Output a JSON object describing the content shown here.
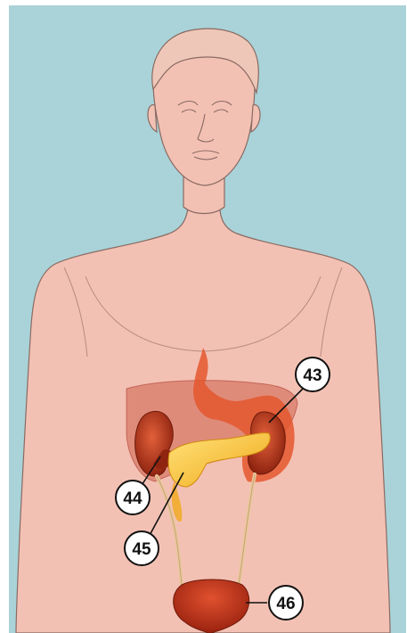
{
  "colors": {
    "background": "#a9d3d8",
    "skin": "#f3c1b4",
    "skin_outline": "#8a6a62",
    "kidney": "#b73a1d",
    "stomach": "#e4572e",
    "liver": "#c4402a",
    "pancreas": "#f6c12a",
    "ureter": "#e8c79a",
    "bladder": "#c2301b"
  },
  "icons": [
    "human-body",
    "kidney",
    "stomach",
    "pancreas",
    "bladder"
  ],
  "callouts": [
    {
      "id": "c43",
      "label": "43"
    },
    {
      "id": "c44",
      "label": "44"
    },
    {
      "id": "c45",
      "label": "45"
    },
    {
      "id": "c46",
      "label": "46"
    }
  ]
}
